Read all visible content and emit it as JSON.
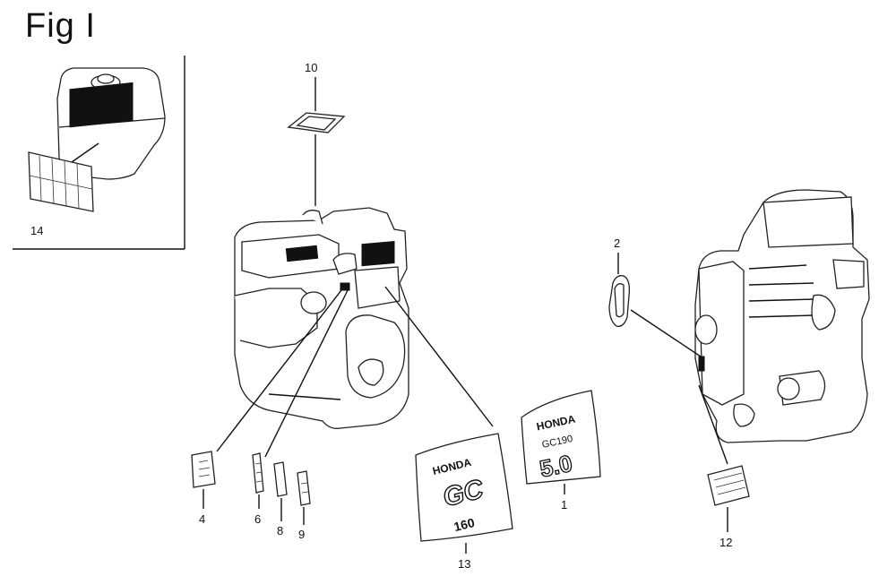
{
  "figure": {
    "title": "Fig I"
  },
  "callouts": [
    {
      "id": "c1",
      "label": "1"
    },
    {
      "id": "c2",
      "label": "2"
    },
    {
      "id": "c4",
      "label": "4"
    },
    {
      "id": "c6",
      "label": "6"
    },
    {
      "id": "c8",
      "label": "8"
    },
    {
      "id": "c9",
      "label": "9"
    },
    {
      "id": "c10",
      "label": "10"
    },
    {
      "id": "c12",
      "label": "12"
    },
    {
      "id": "c13",
      "label": "13"
    },
    {
      "id": "c14",
      "label": "14"
    }
  ],
  "decals": {
    "model_brand": "HONDA",
    "model_code": "GC190",
    "model_hp": "5.0",
    "logo_brand": "HONDA",
    "logo_series": "GC",
    "logo_size": "160"
  }
}
